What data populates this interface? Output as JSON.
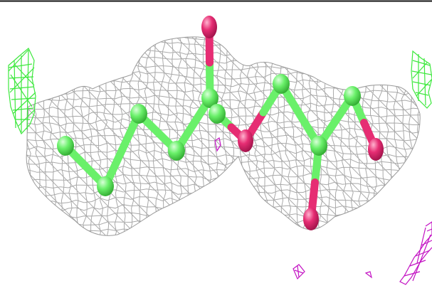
{
  "view": {
    "background": "#ffffff",
    "top_rule_color": "#111111"
  },
  "colors": {
    "density_mesh": "#a9a9a9",
    "carbon": "#6af06a",
    "oxygen": "#e62d73",
    "green_mesh": "#3ee83e",
    "magenta_mesh": "#c312c3"
  },
  "objects": [
    {
      "name": "electron-density-mesh",
      "color_key": "density_mesh"
    },
    {
      "name": "ligand-carbon-backbone",
      "color_key": "carbon"
    },
    {
      "name": "ligand-oxygen-atoms",
      "color_key": "oxygen"
    },
    {
      "name": "positive-difference-density",
      "color_key": "green_mesh"
    },
    {
      "name": "negative-difference-density",
      "color_key": "magenta_mesh"
    }
  ]
}
